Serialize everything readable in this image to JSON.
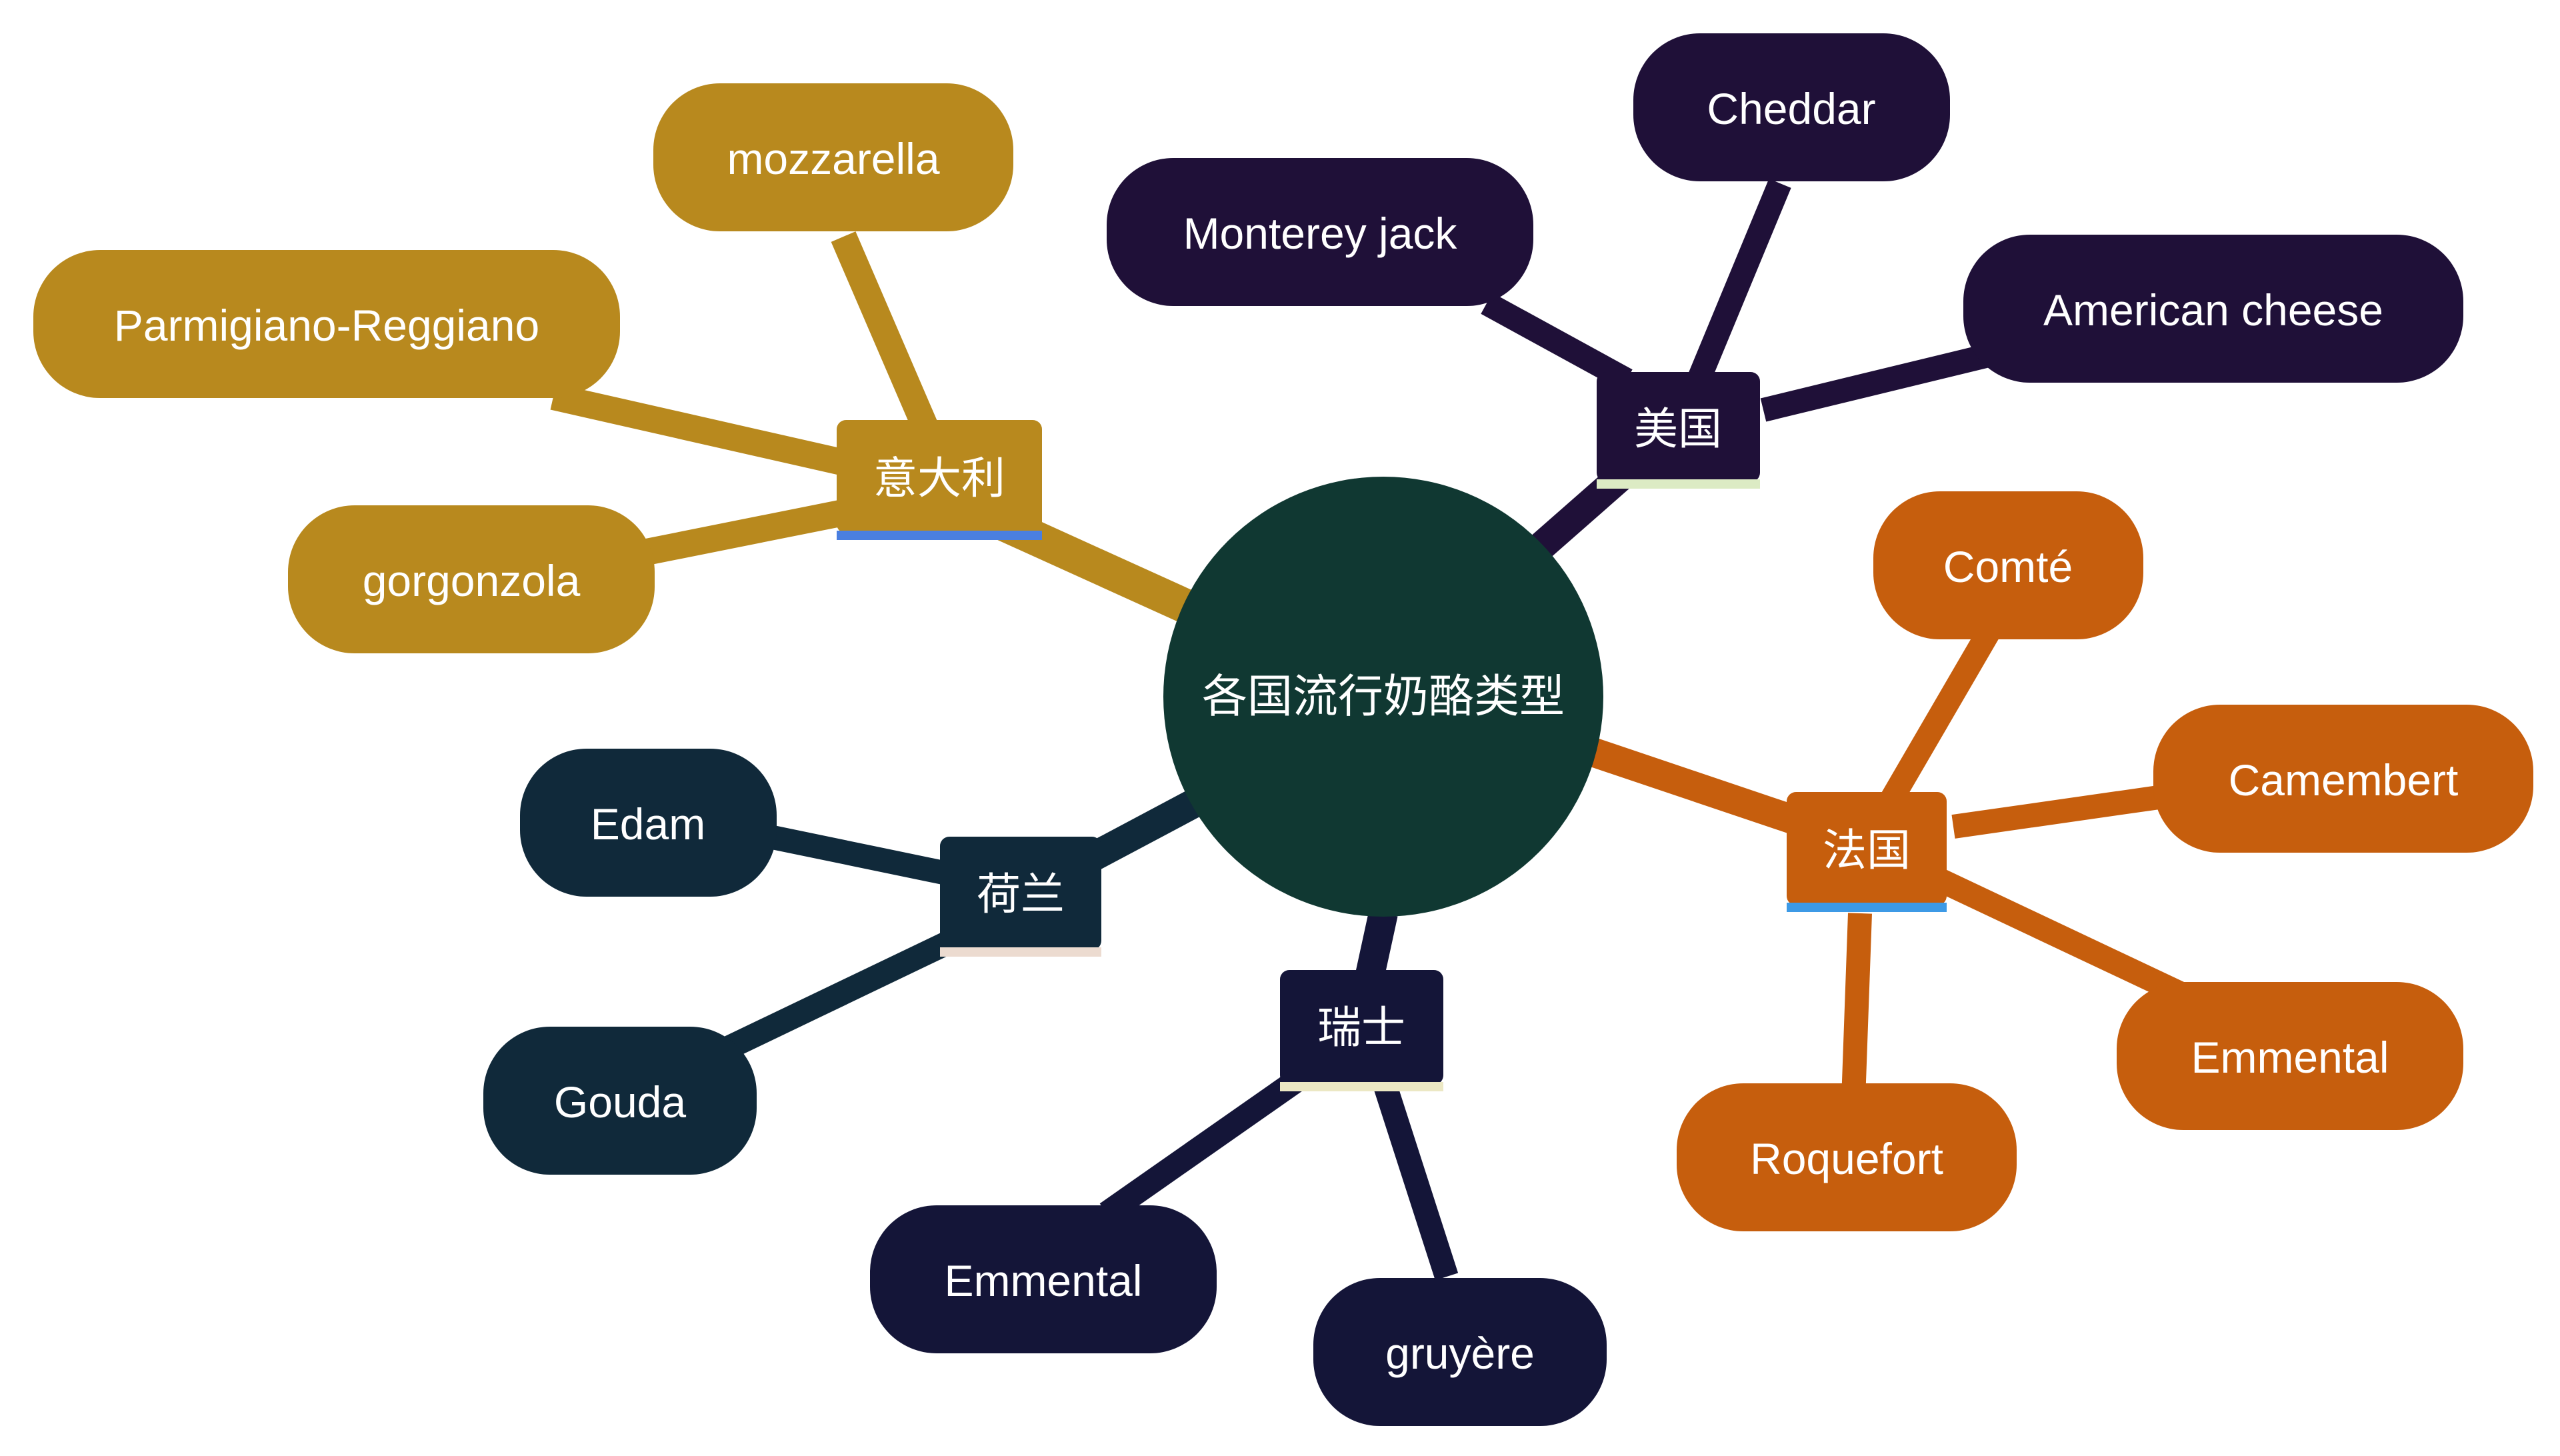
{
  "mindmap": {
    "root": {
      "label": "各国流行奶酪类型",
      "color": "#103832"
    },
    "branches": [
      {
        "id": "italy",
        "label": "意大利",
        "color": "#b8891e",
        "underline_color": "#4a7fe0",
        "leaves": [
          "mozzarella",
          "Parmigiano-Reggiano",
          "gorgonzola"
        ]
      },
      {
        "id": "usa",
        "label": "美国",
        "color": "#1f1038",
        "underline_color": "#dcebc4",
        "leaves": [
          "Cheddar",
          "Monterey jack",
          "American cheese"
        ]
      },
      {
        "id": "france",
        "label": "法国",
        "color": "#c65e0d",
        "underline_color": "#3d9ae6",
        "leaves": [
          "Comté",
          "Camembert",
          "Emmental",
          "Roquefort"
        ]
      },
      {
        "id": "switzerland",
        "label": "瑞士",
        "color": "#141538",
        "underline_color": "#ece8c4",
        "leaves": [
          "Emmental",
          "gruyère"
        ]
      },
      {
        "id": "netherlands",
        "label": "荷兰",
        "color": "#10293a",
        "underline_color": "#ecdbd0",
        "leaves": [
          "Edam",
          "Gouda"
        ]
      }
    ]
  }
}
